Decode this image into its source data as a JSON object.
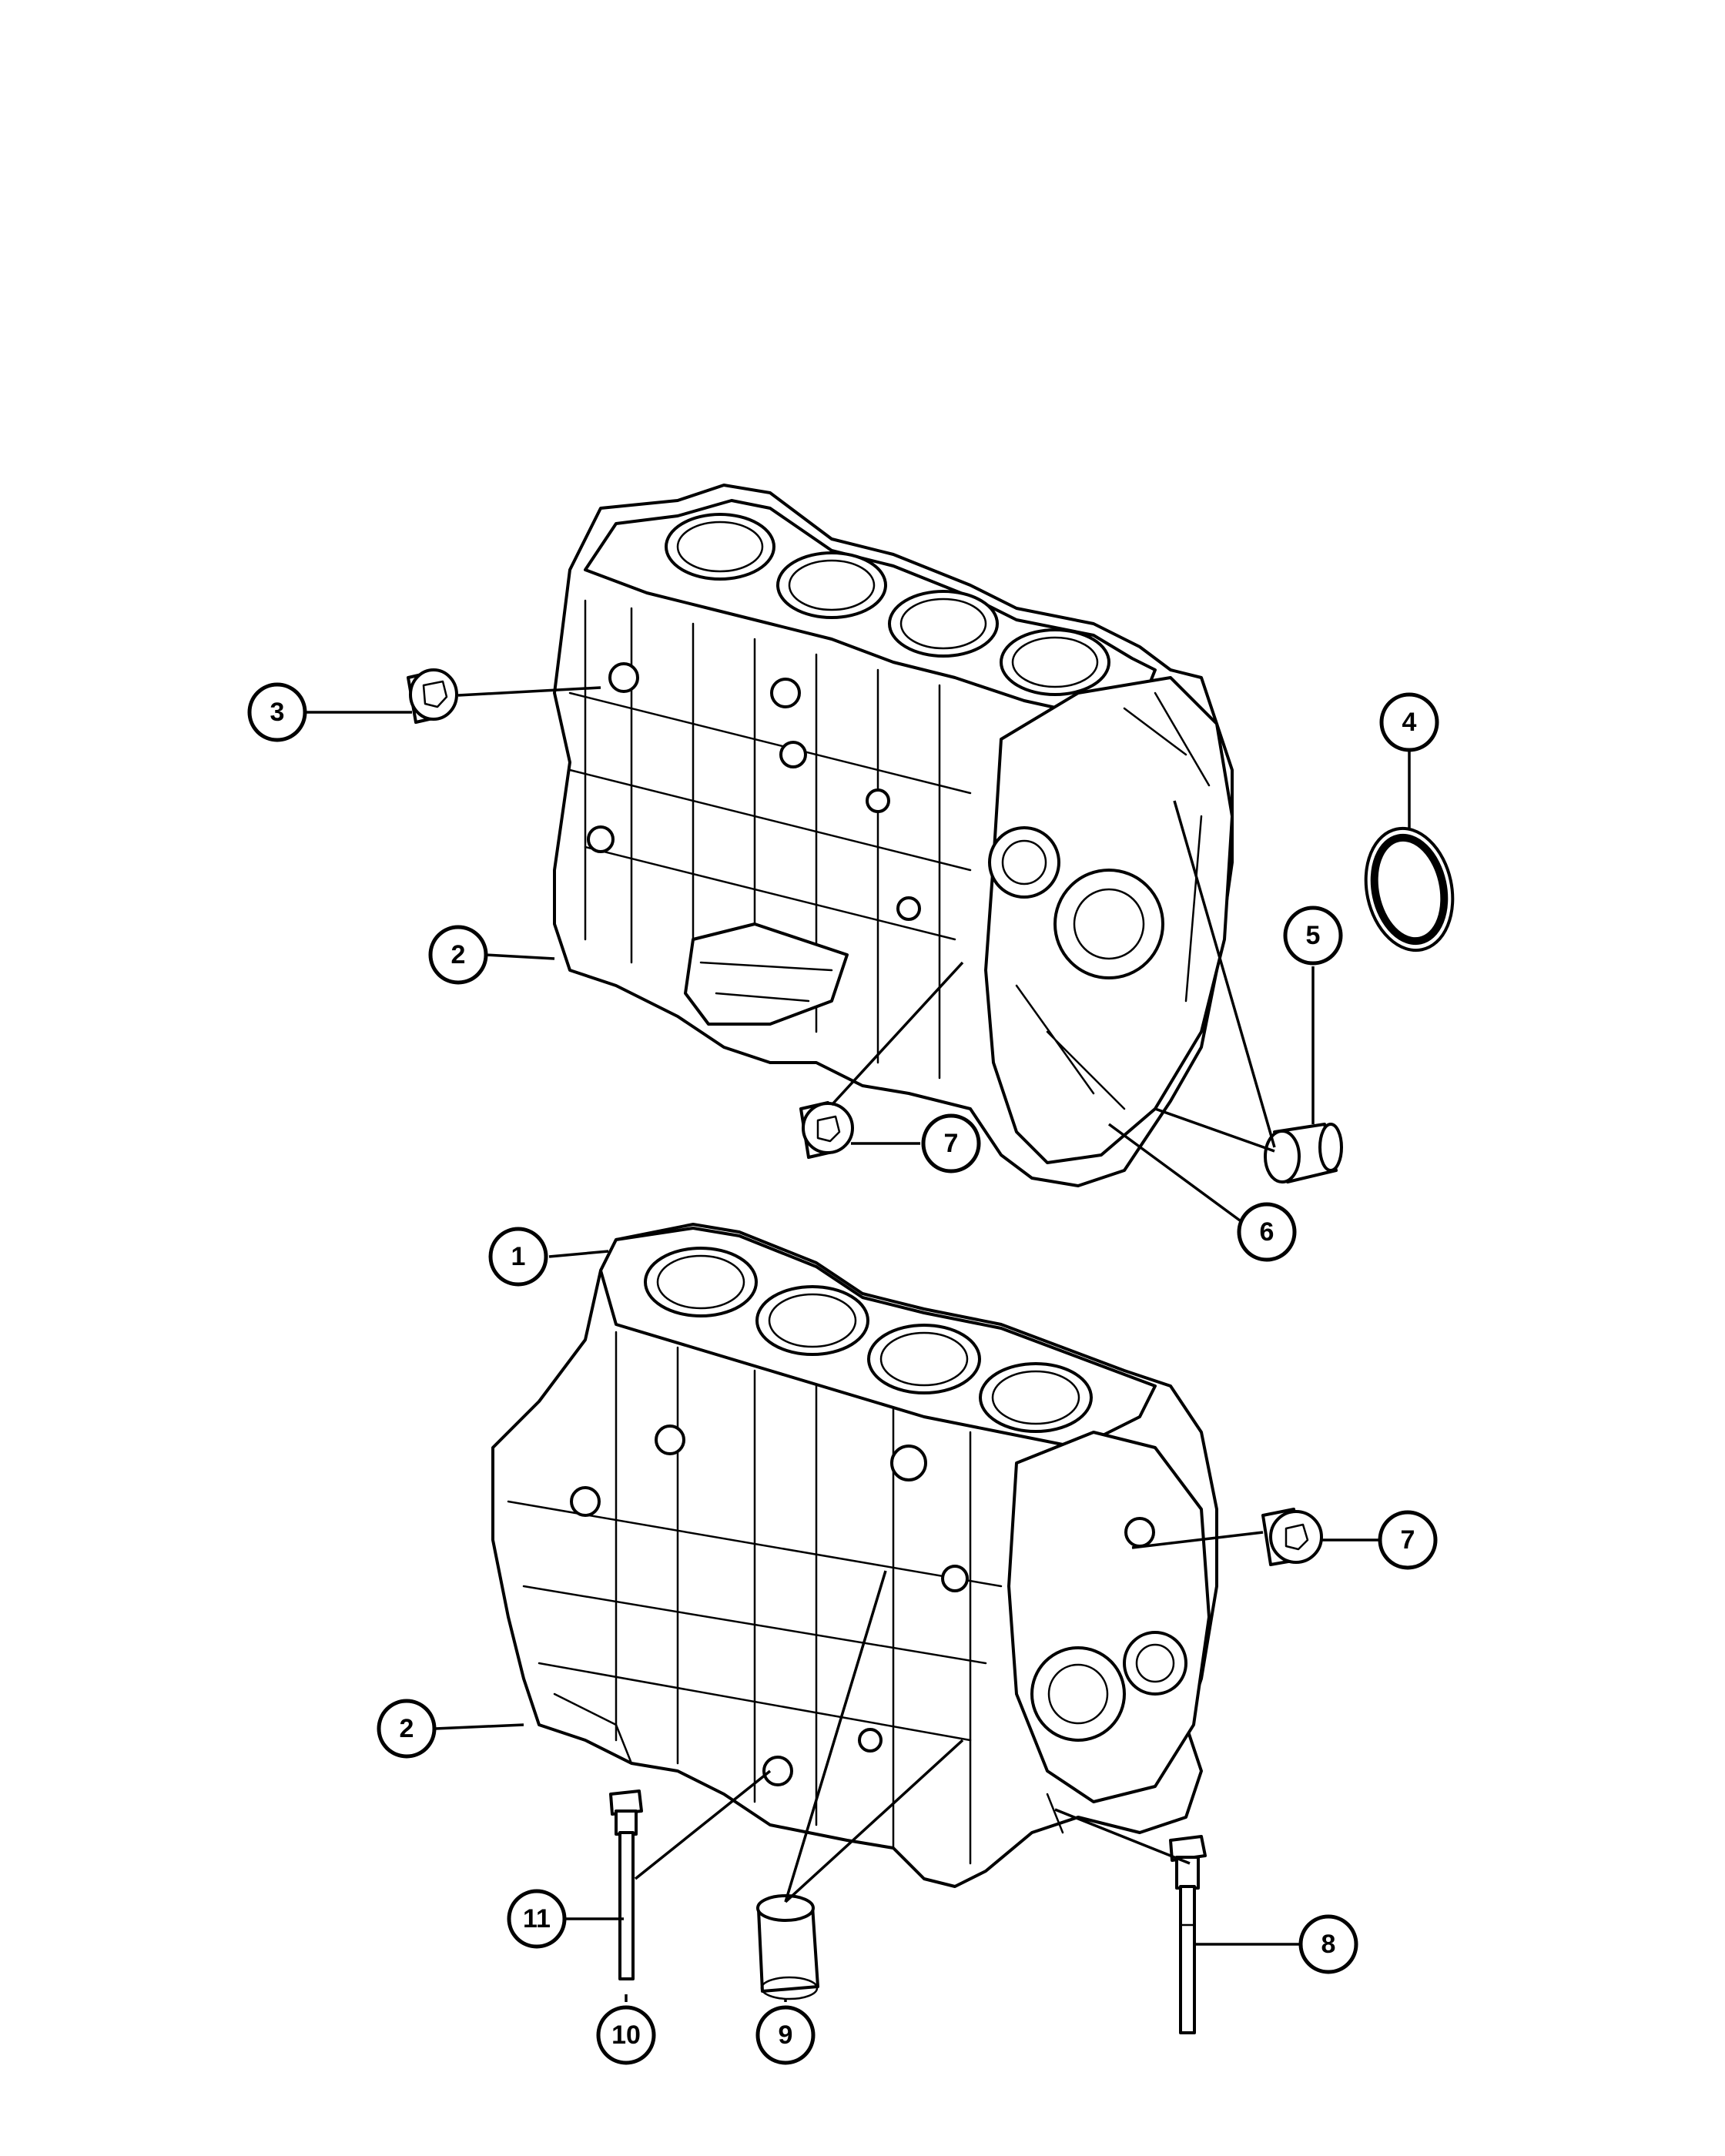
{
  "diagram": {
    "callouts": [
      {
        "id": "c1",
        "label": "1",
        "part": "engine-block-assembly"
      },
      {
        "id": "c2a",
        "label": "2",
        "part": "block-upper"
      },
      {
        "id": "c2b",
        "label": "2",
        "part": "block-lower"
      },
      {
        "id": "c3",
        "label": "3",
        "part": "expansion-plug"
      },
      {
        "id": "c4",
        "label": "4",
        "part": "rear-main-seal"
      },
      {
        "id": "c5",
        "label": "5",
        "part": "dowel-pin"
      },
      {
        "id": "c6",
        "label": "6",
        "part": "block-rear-face"
      },
      {
        "id": "c7a",
        "label": "7",
        "part": "cup-plug-upper"
      },
      {
        "id": "c7b",
        "label": "7",
        "part": "cup-plug-lower"
      },
      {
        "id": "c8",
        "label": "8",
        "part": "bolt-right"
      },
      {
        "id": "c9",
        "label": "9",
        "part": "dowel-bushing"
      },
      {
        "id": "c10",
        "label": "10",
        "part": "bolt-left"
      },
      {
        "id": "c11",
        "label": "11",
        "part": "bolt-left-alt"
      }
    ]
  }
}
